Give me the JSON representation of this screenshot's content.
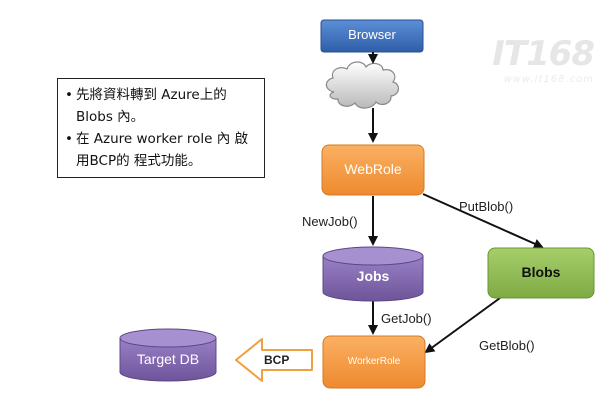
{
  "note": {
    "items": [
      "先將資料轉到 Azure上的 Blobs 內。",
      "在 Azure worker role 內 啟用BCP的 程式功能。"
    ]
  },
  "nodes": {
    "browser": "Browser",
    "webrole": "WebRole",
    "jobs": "Jobs",
    "blobs": "Blobs",
    "workerrole": "WorkerRole",
    "target_db": "Target DB"
  },
  "edges": {
    "newjob": "NewJob()",
    "putblob": "PutBlob()",
    "getjob": "GetJob()",
    "getblob": "GetBlob()",
    "bcp": "BCP"
  },
  "watermark": {
    "logo": "IT168",
    "url": "www.it168.com"
  },
  "colors": {
    "browser": "#3f74c4",
    "webrole": "#f59845",
    "workerrole": "#f59845",
    "jobs": "#8266ad",
    "target_db": "#8266ad",
    "blobs": "#8fbd52"
  }
}
